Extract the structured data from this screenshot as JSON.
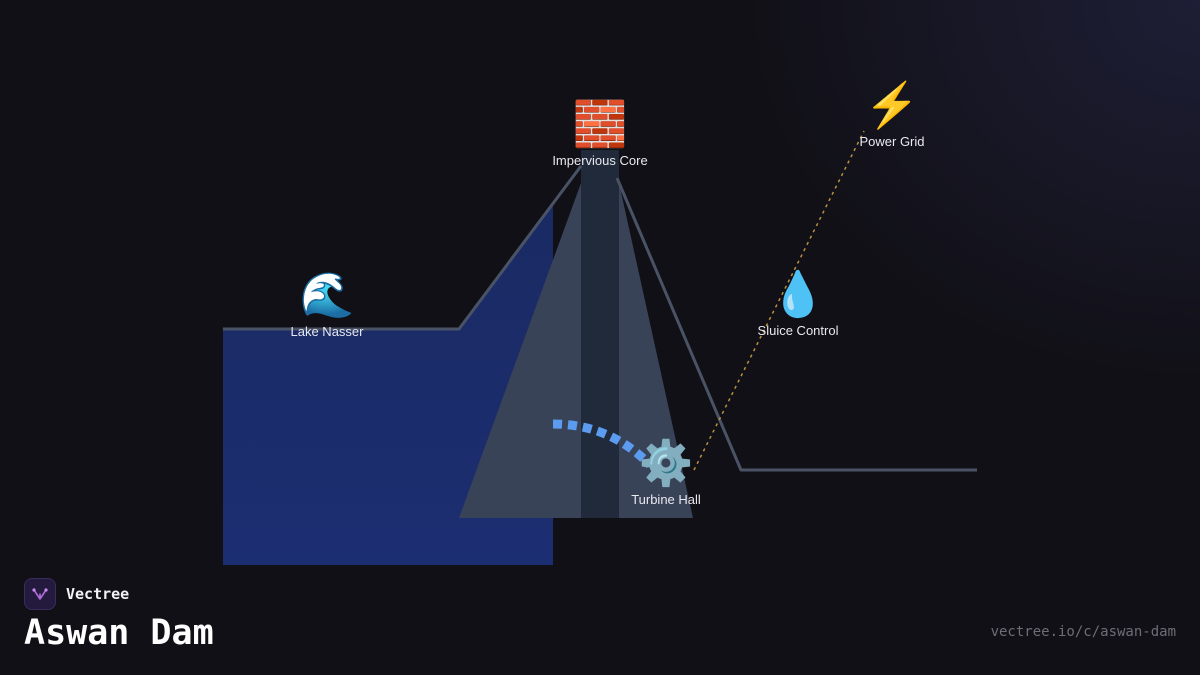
{
  "brand": {
    "name": "Vectree",
    "logo_icon": "tree-branch-icon",
    "accent": "#b06ad8"
  },
  "title": "Aswan Dam",
  "url": "vectree.io/c/aswan-dam",
  "diagram": {
    "nodes": [
      {
        "id": "lake",
        "label": "Lake Nasser",
        "icon": "wave-icon",
        "glyph": "🌊"
      },
      {
        "id": "core",
        "label": "Impervious Core",
        "icon": "brick-icon",
        "glyph": "🧱"
      },
      {
        "id": "grid",
        "label": "Power Grid",
        "icon": "lightning-icon",
        "glyph": "⚡"
      },
      {
        "id": "sluice",
        "label": "Sluice Control",
        "icon": "droplet-icon",
        "glyph": "💧"
      },
      {
        "id": "turbine",
        "label": "Turbine Hall",
        "icon": "gear-icon",
        "glyph": "⚙️"
      }
    ],
    "edges": [
      {
        "from": "lake",
        "to": "turbine",
        "style": "dashed",
        "color": "#5b9bf0"
      },
      {
        "from": "turbine",
        "to": "grid",
        "style": "dotted",
        "color": "#b89040"
      }
    ],
    "colors": {
      "water": "#1c2d6e",
      "dam_outline": "#4a5366",
      "dam_shell": "#394358",
      "core": "#202a3a"
    }
  }
}
